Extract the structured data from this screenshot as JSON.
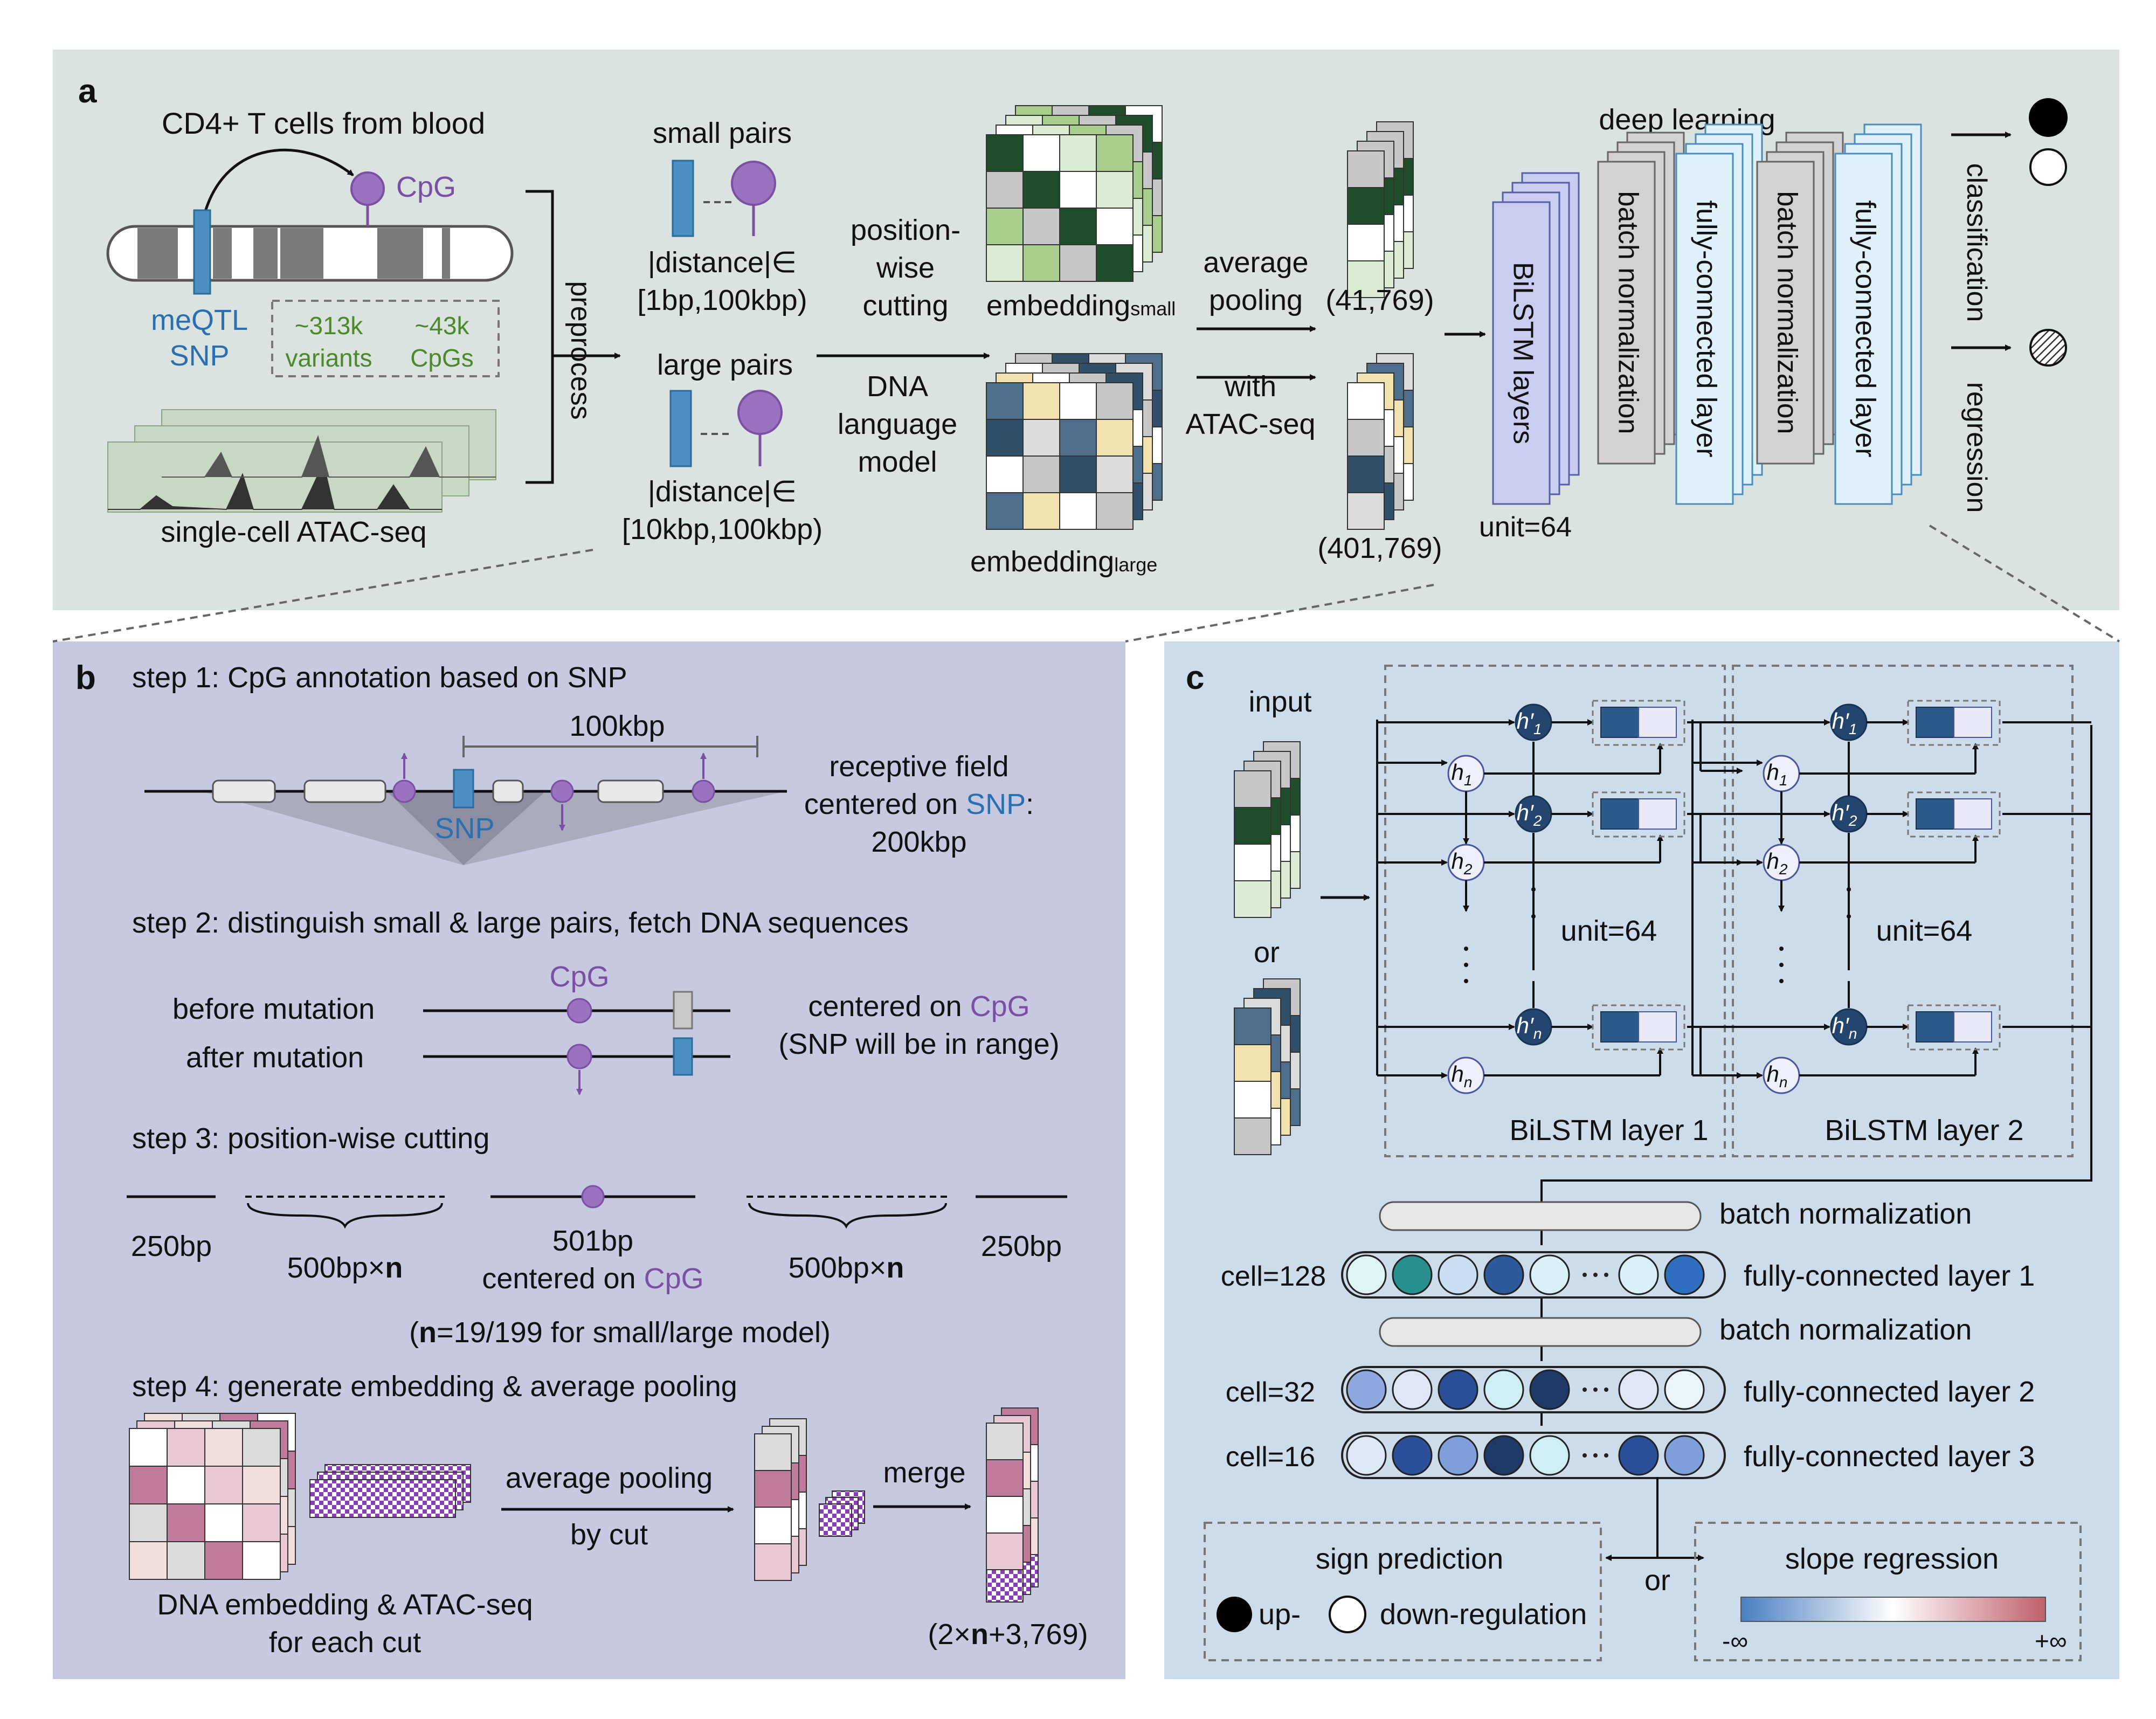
{
  "panel_a": {
    "label": "a",
    "cells_title": "CD4+ T cells from blood",
    "cpg": "CpG",
    "meqtl_snp": [
      "meQTL",
      "SNP"
    ],
    "counts": [
      "~313k",
      "variants",
      "~43k",
      "CpGs"
    ],
    "atac": "single-cell ATAC-seq",
    "preprocess": "preprocess",
    "small_pairs": "small pairs",
    "small_range": [
      "|distance|∈",
      "[1bp,100kbp)"
    ],
    "large_pairs": "large pairs",
    "large_range": [
      "|distance|∈",
      "[10kbp,100kbp)"
    ],
    "cutting": [
      "position-",
      "wise",
      "cutting"
    ],
    "dna_lm": [
      "DNA",
      "language",
      "model"
    ],
    "emb_small": "embedding",
    "emb_small_sub": "small",
    "emb_large": "embedding",
    "emb_large_sub": "large",
    "avg_pool": [
      "average",
      "pooling"
    ],
    "with_atac": [
      "with",
      "ATAC-seq"
    ],
    "dims_small": "(41,769)",
    "dims_large": "(401,769)",
    "deep_learning": "deep learning",
    "layers": [
      "BiLSTM layers",
      "batch normalization",
      "fully-connected layer",
      "batch normalization",
      "fully-connected layer"
    ],
    "unit": "unit=64",
    "classification": "classification",
    "regression": "regression"
  },
  "panel_b": {
    "label": "b",
    "step1": "step 1: CpG annotation based on SNP",
    "span": "100kbp",
    "snp": "SNP",
    "receptive": [
      "receptive field",
      "centered on ",
      "SNP",
      ":",
      "200kbp"
    ],
    "step2": "step 2: distinguish small & large pairs, fetch DNA sequences",
    "cpg": "CpG",
    "before": "before mutation",
    "after": "after mutation",
    "centered": [
      "centered on ",
      "CpG",
      "(SNP will be in range)"
    ],
    "step3": "step 3: position-wise cutting",
    "bp250": "250bp",
    "bp500n": [
      "500bp×",
      "n"
    ],
    "bp501": "501bp",
    "centered_cpg": [
      "centered on ",
      "CpG"
    ],
    "n_note": [
      "(",
      "n",
      "=19/199 for small/large model)"
    ],
    "step4": "step 4: generate embedding & average pooling",
    "avg_pool": "average pooling",
    "by_cut": "by cut",
    "merge": "merge",
    "dna_emb": [
      "DNA embedding & ATAC-seq",
      "for each cut"
    ],
    "out_dims": [
      "(2×",
      "n",
      "+3,769)"
    ]
  },
  "panel_c": {
    "label": "c",
    "input": "input",
    "or": "or",
    "unit1": "unit=64",
    "unit2": "unit=64",
    "layer1": "BiLSTM layer 1",
    "layer2": "BiLSTM layer 2",
    "h_labels": [
      "h′1",
      "h1",
      "h′2",
      "h2",
      "h′n",
      "hn"
    ],
    "batch_norm": "batch normalization",
    "rows": [
      {
        "cells": "cell=128",
        "name": "fully-connected layer 1"
      },
      {
        "cells": "cell=32",
        "name": "fully-connected layer 2"
      },
      {
        "cells": "cell=16",
        "name": "fully-connected layer 3"
      }
    ],
    "sign": "sign prediction",
    "up": "up-",
    "down": "down-regulation",
    "or2": "or",
    "slope": "slope regression",
    "neg_inf": "-∞",
    "pos_inf": "+∞"
  },
  "colors": {
    "panel_a_bg": "#dbe3e0",
    "panel_b_bg": "#c7c9e0",
    "panel_c_bg": "#ccdcea",
    "purple": "#7b4fa3",
    "snp_blue": "#4a90c4",
    "green_text": "#4a8a2a",
    "dark_green": "#1f4d2b",
    "dark_blue": "#2c5a8a"
  }
}
